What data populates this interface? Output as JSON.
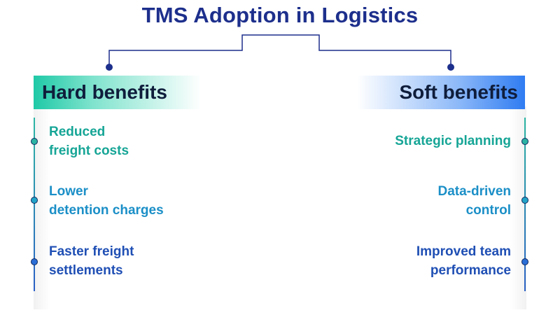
{
  "title": "TMS Adoption in Logistics",
  "hard": {
    "heading": "Hard benefits",
    "items": [
      {
        "line1": "Reduced",
        "line2": "freight costs"
      },
      {
        "line1": "Lower",
        "line2": "detention charges"
      },
      {
        "line1": "Faster freight",
        "line2": "settlements"
      }
    ]
  },
  "soft": {
    "heading": "Soft benefits",
    "items": [
      {
        "line1": "Strategic planning",
        "line2": ""
      },
      {
        "line1": "Data-driven",
        "line2": "control"
      },
      {
        "line1": "Improved team",
        "line2": "performance"
      }
    ]
  },
  "colors": {
    "title": "#1d2f8c",
    "teal": "#16a596",
    "cyan": "#1b8fc7",
    "blue": "#1f4fb4",
    "hard_header": "#1fc9a7",
    "soft_header": "#2f7cf2"
  }
}
